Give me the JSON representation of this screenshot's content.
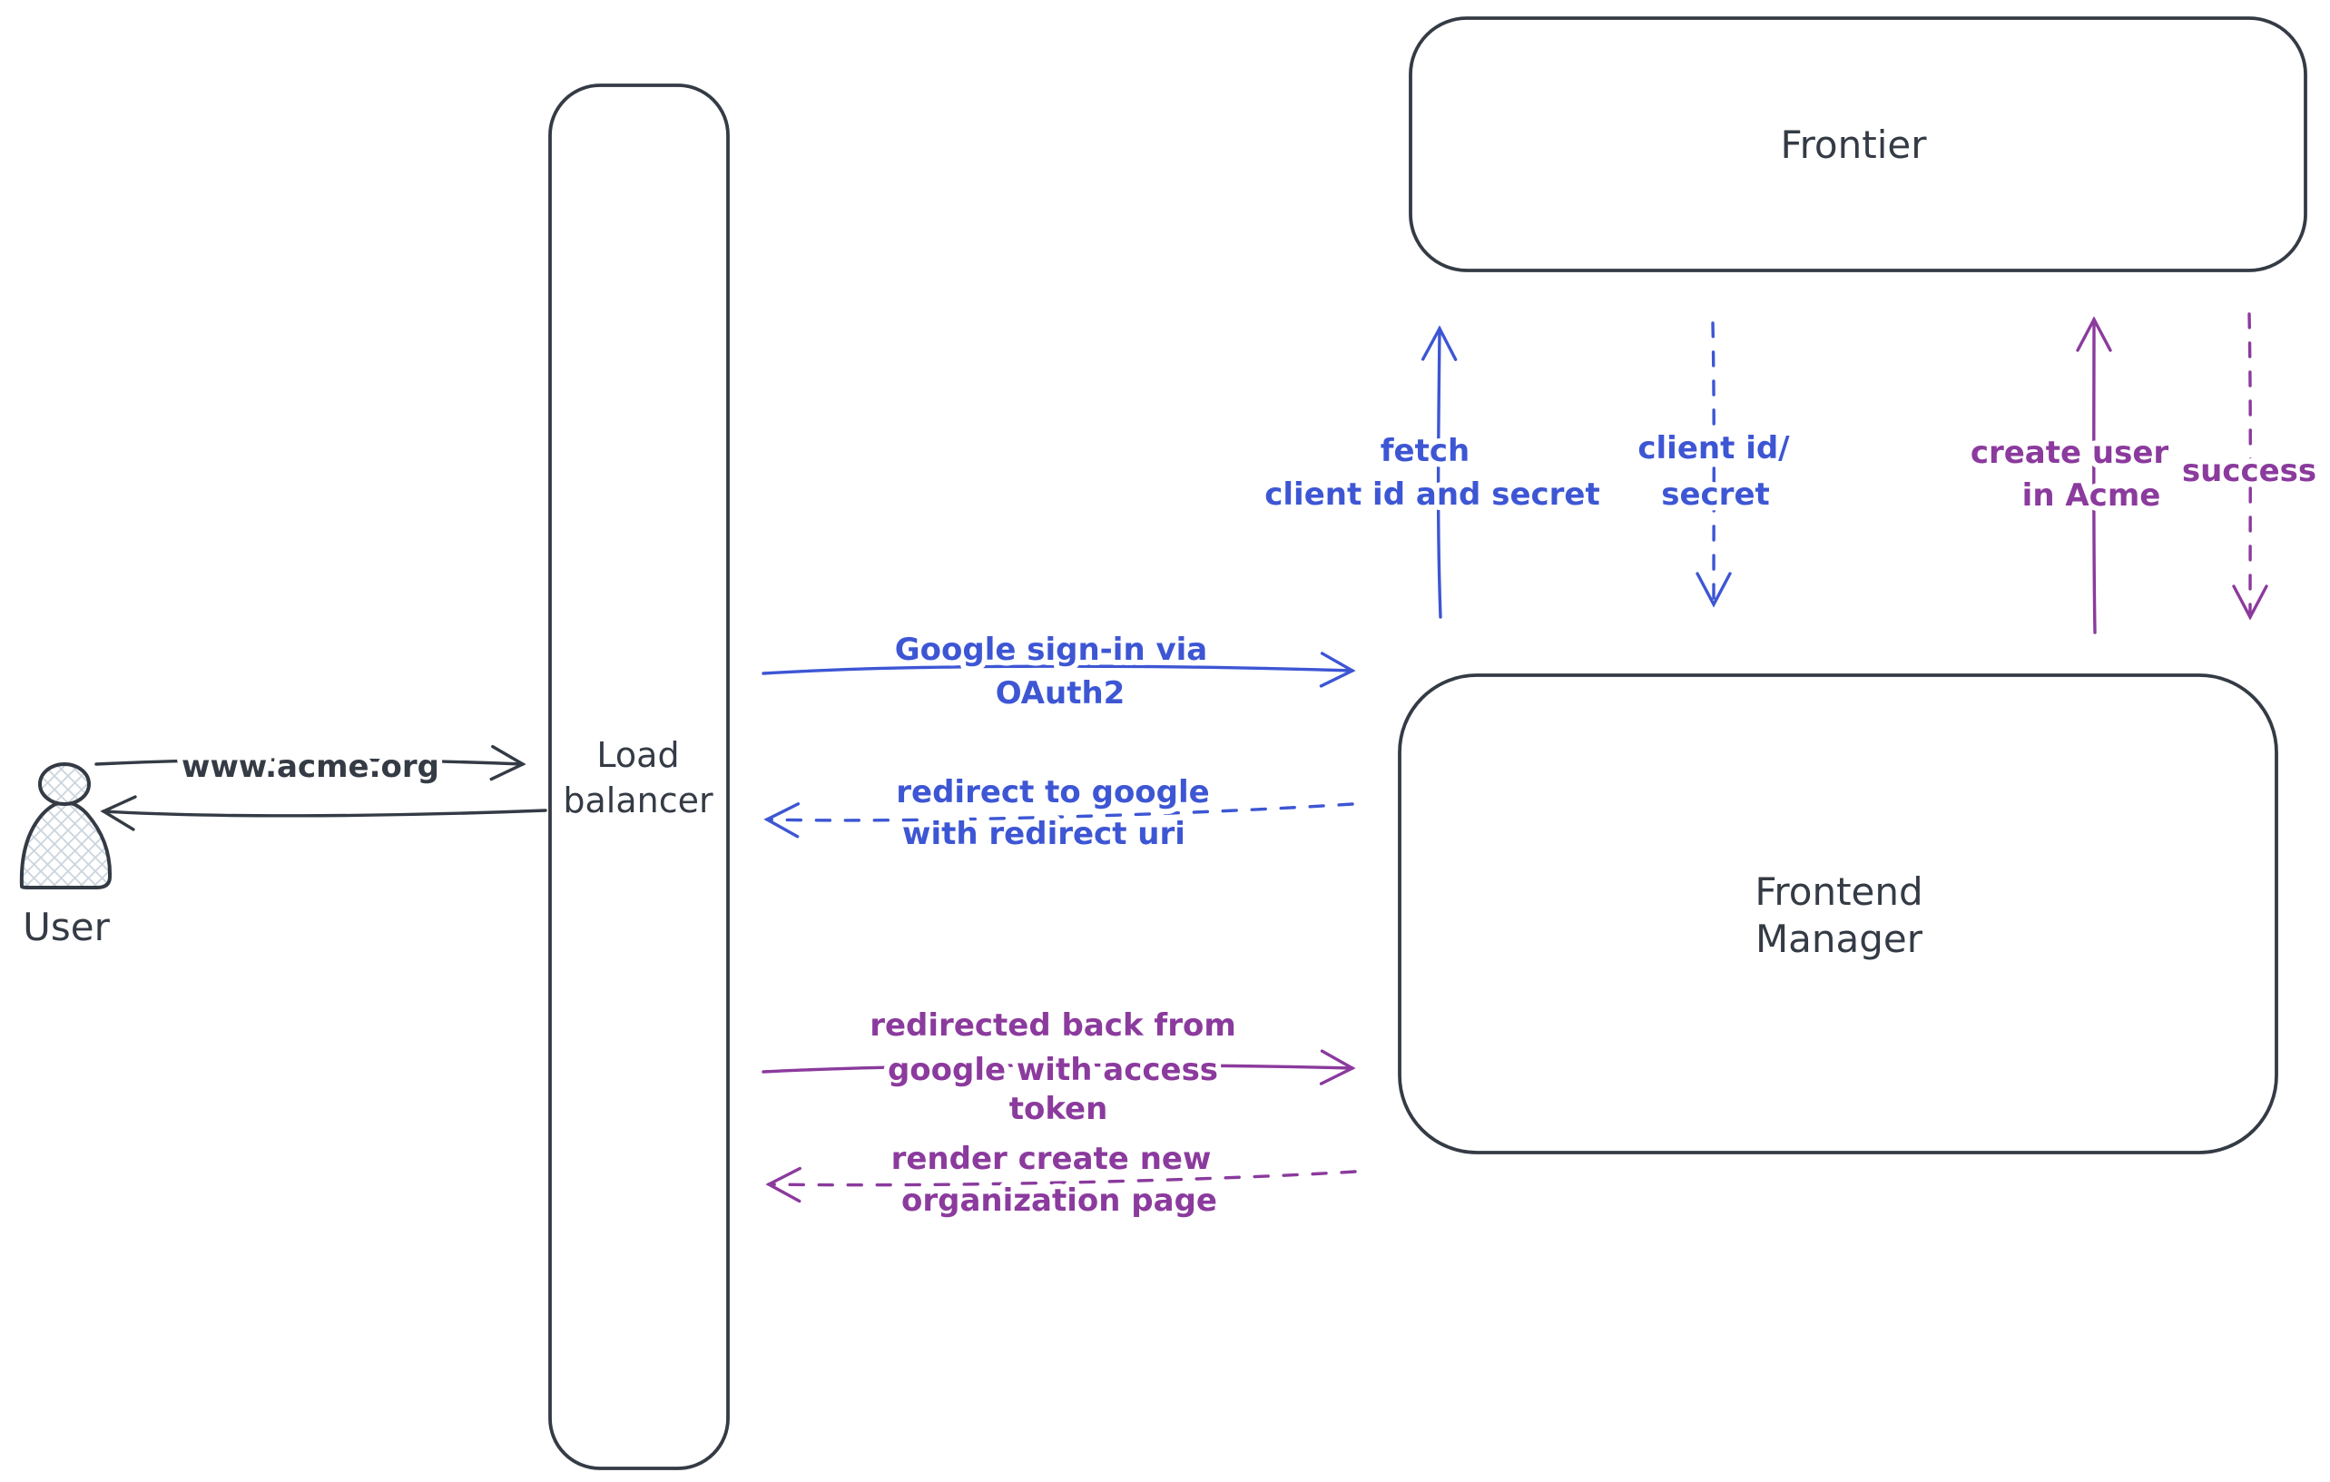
{
  "diagram": {
    "type": "architecture-sequence-flow",
    "colors": {
      "ink": "#343b45",
      "blue": "#3d56d4",
      "purple": "#8b3a9d",
      "hatch_fill": "#ccd5de",
      "background": "#ffffff"
    },
    "nodes": {
      "user": {
        "label": "User",
        "shape": "person"
      },
      "load_balancer": {
        "lines": [
          "Load",
          "balancer"
        ]
      },
      "frontier": {
        "label": "Frontier"
      },
      "frontend_manager": {
        "lines": [
          "Frontend",
          "Manager"
        ]
      }
    },
    "edges": {
      "www_acme": {
        "from": "user",
        "to": "load_balancer",
        "style": "solid",
        "color": "ink",
        "label": "www.acme.org"
      },
      "lb_return": {
        "from": "load_balancer",
        "to": "user",
        "style": "solid",
        "color": "ink"
      },
      "google_signin": {
        "from": "load_balancer",
        "to": "frontend_manager",
        "style": "solid",
        "color": "blue",
        "lines": [
          "Google sign-in via",
          "OAuth2"
        ]
      },
      "redirect_to_google": {
        "from": "frontend_manager",
        "to": "load_balancer",
        "style": "dashed",
        "color": "blue",
        "lines": [
          "redirect to google",
          "with redirect uri"
        ]
      },
      "fetch_client": {
        "from": "frontend_manager",
        "to": "frontier",
        "style": "solid",
        "color": "blue",
        "lines": [
          "fetch",
          "client id and secret"
        ]
      },
      "client_id_secret": {
        "from": "frontier",
        "to": "frontend_manager",
        "style": "dashed",
        "color": "blue",
        "lines": [
          "client id/",
          "secret"
        ]
      },
      "create_user": {
        "from": "frontend_manager",
        "to": "frontier",
        "style": "solid",
        "color": "purple",
        "lines": [
          "create user",
          "in Acme"
        ]
      },
      "success": {
        "from": "frontier",
        "to": "frontend_manager",
        "style": "dashed",
        "color": "purple",
        "label": "success"
      },
      "redirected_back": {
        "from": "load_balancer",
        "to": "frontend_manager",
        "style": "solid",
        "color": "purple",
        "lines": [
          "redirected back from",
          "google with access",
          "token"
        ]
      },
      "render_page": {
        "from": "frontend_manager",
        "to": "load_balancer",
        "style": "dashed",
        "color": "purple",
        "lines": [
          "render create new",
          "organization page"
        ]
      }
    }
  }
}
